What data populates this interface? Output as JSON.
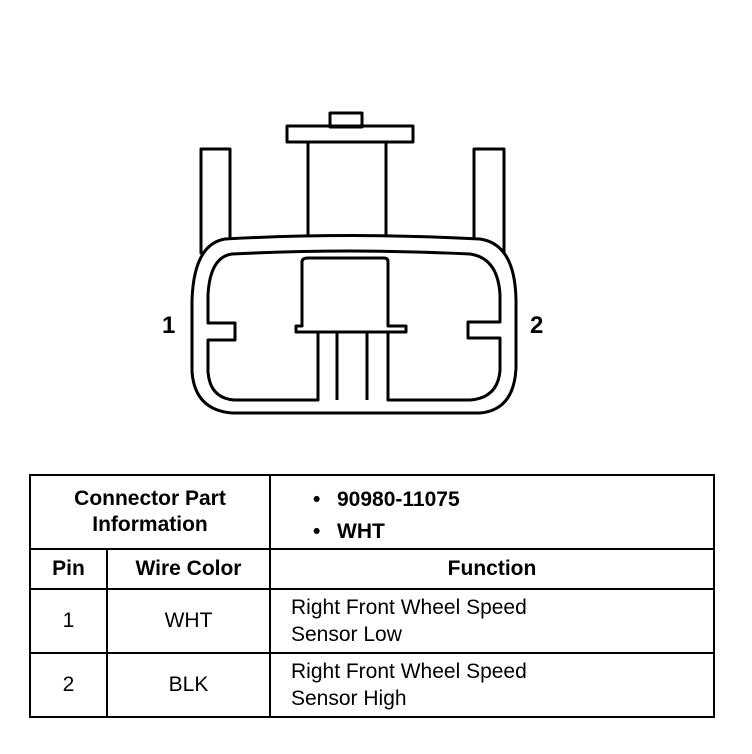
{
  "connector": {
    "pin_labels": [
      "1",
      "2"
    ]
  },
  "part_info": {
    "label_line1": "Connector Part",
    "label_line2": "Information",
    "items": [
      "90980-11075",
      "WHT"
    ],
    "bullet": "•"
  },
  "table": {
    "headers": {
      "pin": "Pin",
      "wire_color": "Wire Color",
      "function": "Function"
    },
    "rows": [
      {
        "pin": "1",
        "wire_color": "WHT",
        "function_line1": "Right Front Wheel Speed",
        "function_line2": "Sensor Low"
      },
      {
        "pin": "2",
        "wire_color": "BLK",
        "function_line1": "Right Front Wheel Speed",
        "function_line2": "Sensor High"
      }
    ]
  }
}
